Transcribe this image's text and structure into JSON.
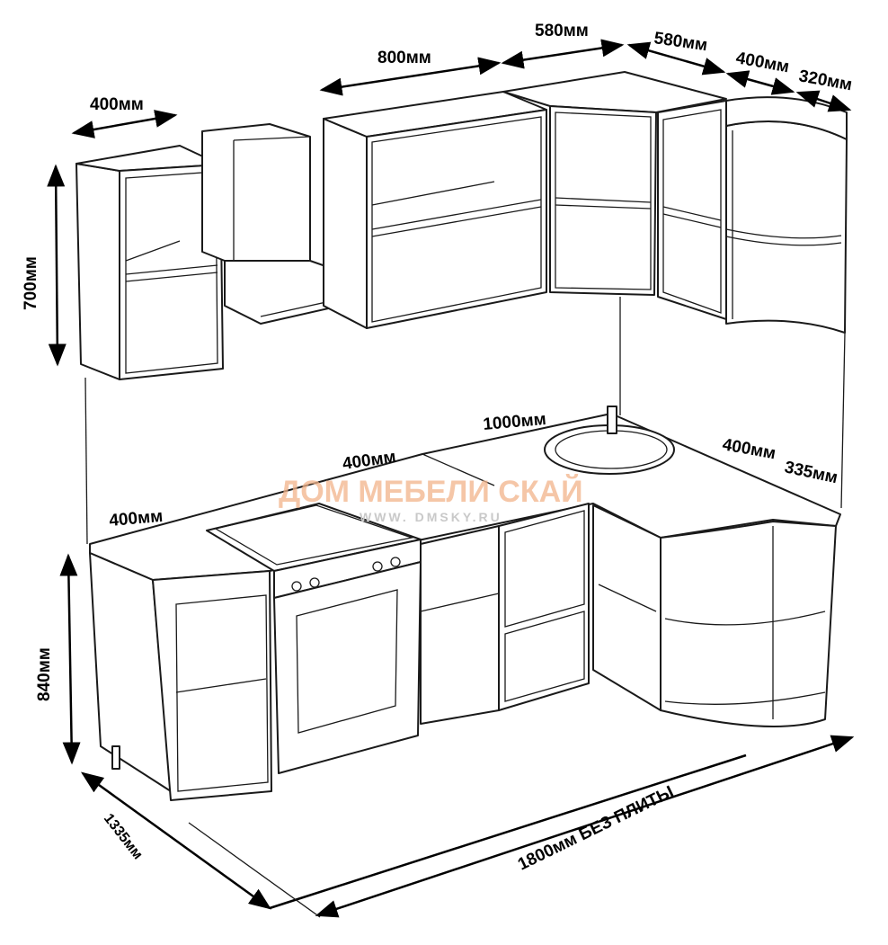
{
  "dimensions": {
    "upper_left_width": "400мм",
    "upper_height": "700мм",
    "upper_middle_width": "800мм",
    "upper_corner_left": "580мм",
    "upper_corner_right": "580мм",
    "upper_right_width": "400мм",
    "upper_end_width": "320мм",
    "counter_sink_width": "1000мм",
    "counter_middle_width": "400мм",
    "counter_left_width": "400мм",
    "counter_right_width": "400мм",
    "counter_end_width": "335мм",
    "base_height": "840мм",
    "side_length": "1335мм",
    "front_length": "1800мм БЕЗ ПЛИТЫ"
  },
  "watermark": {
    "name": "ДОМ МЕБЕЛИ СКАЙ",
    "url": "WWW. DMSKY.RU"
  },
  "colors": {
    "line": "#1a1a1a",
    "watermark": "#f2b48a"
  }
}
